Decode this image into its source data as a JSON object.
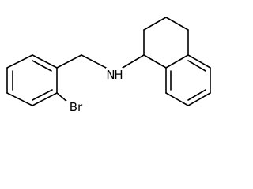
{
  "structure": {
    "atom_labels": {
      "amine": "N",
      "amine_h": "H",
      "halogen": "Br"
    }
  }
}
